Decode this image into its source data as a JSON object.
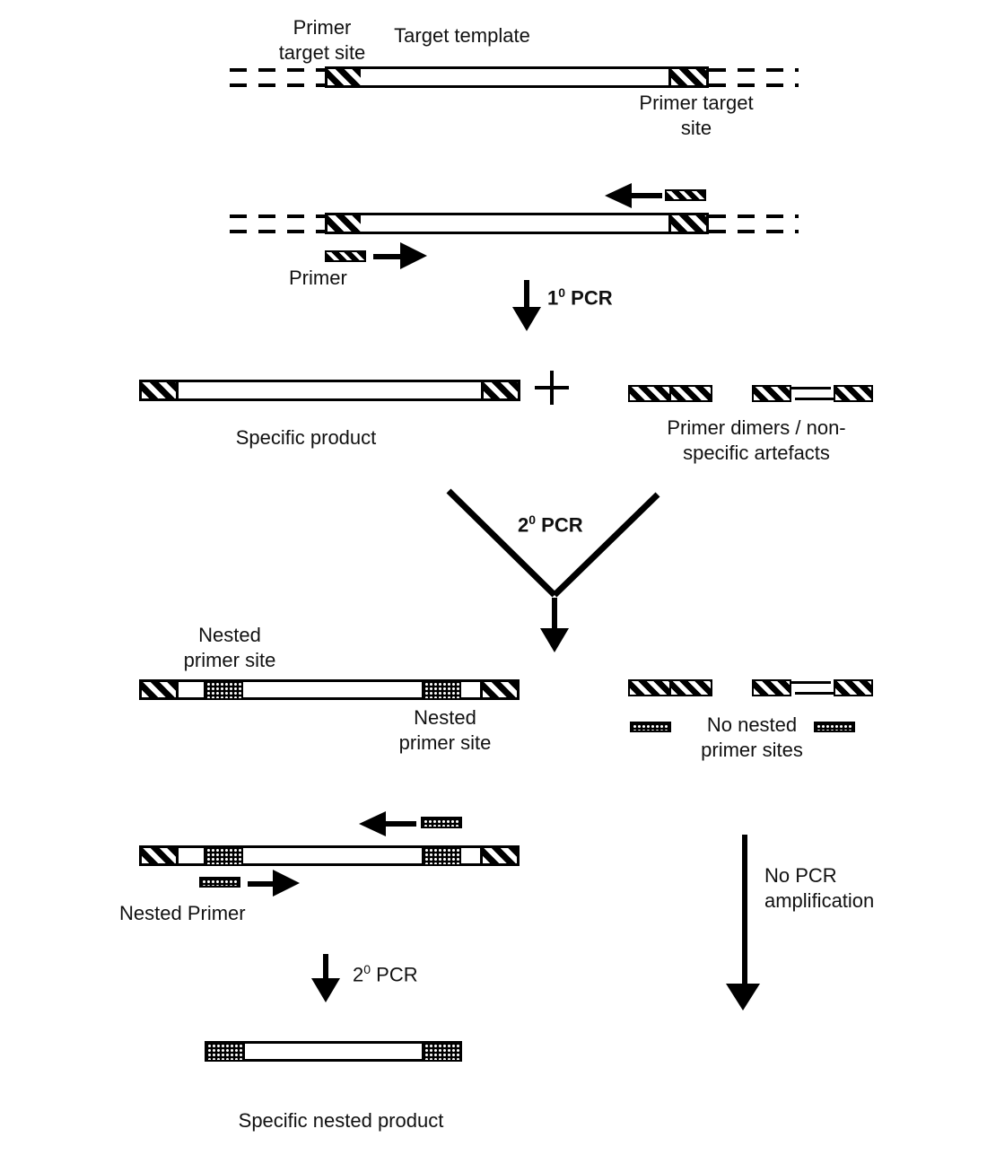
{
  "labels": {
    "primer_target_site_left": "Primer\ntarget site",
    "target_template": "Target template",
    "primer_target_site_right": "Primer target\nsite",
    "primer": "Primer",
    "specific_product": "Specific product",
    "primer_dimers": "Primer dimers / non-\nspecific artefacts",
    "nested_primer_site_left": "Nested\nprimer site",
    "nested_primer_site_right": "Nested\nprimer site",
    "no_nested_primer_sites": "No nested\nprimer sites",
    "nested_primer": "Nested Primer",
    "specific_nested_product": "Specific nested product",
    "no_pcr_amplification": "No PCR\namplification"
  },
  "pcr_steps": {
    "primary": {
      "base": "1",
      "sup": "0",
      "rest": " PCR"
    },
    "secondary": {
      "base": "2",
      "sup": "0",
      "rest": " PCR"
    },
    "secondary_nested": {
      "base": "2",
      "sup": "0",
      "rest": " PCR"
    }
  },
  "colors": {
    "ink": "#000000",
    "background": "#ffffff"
  }
}
